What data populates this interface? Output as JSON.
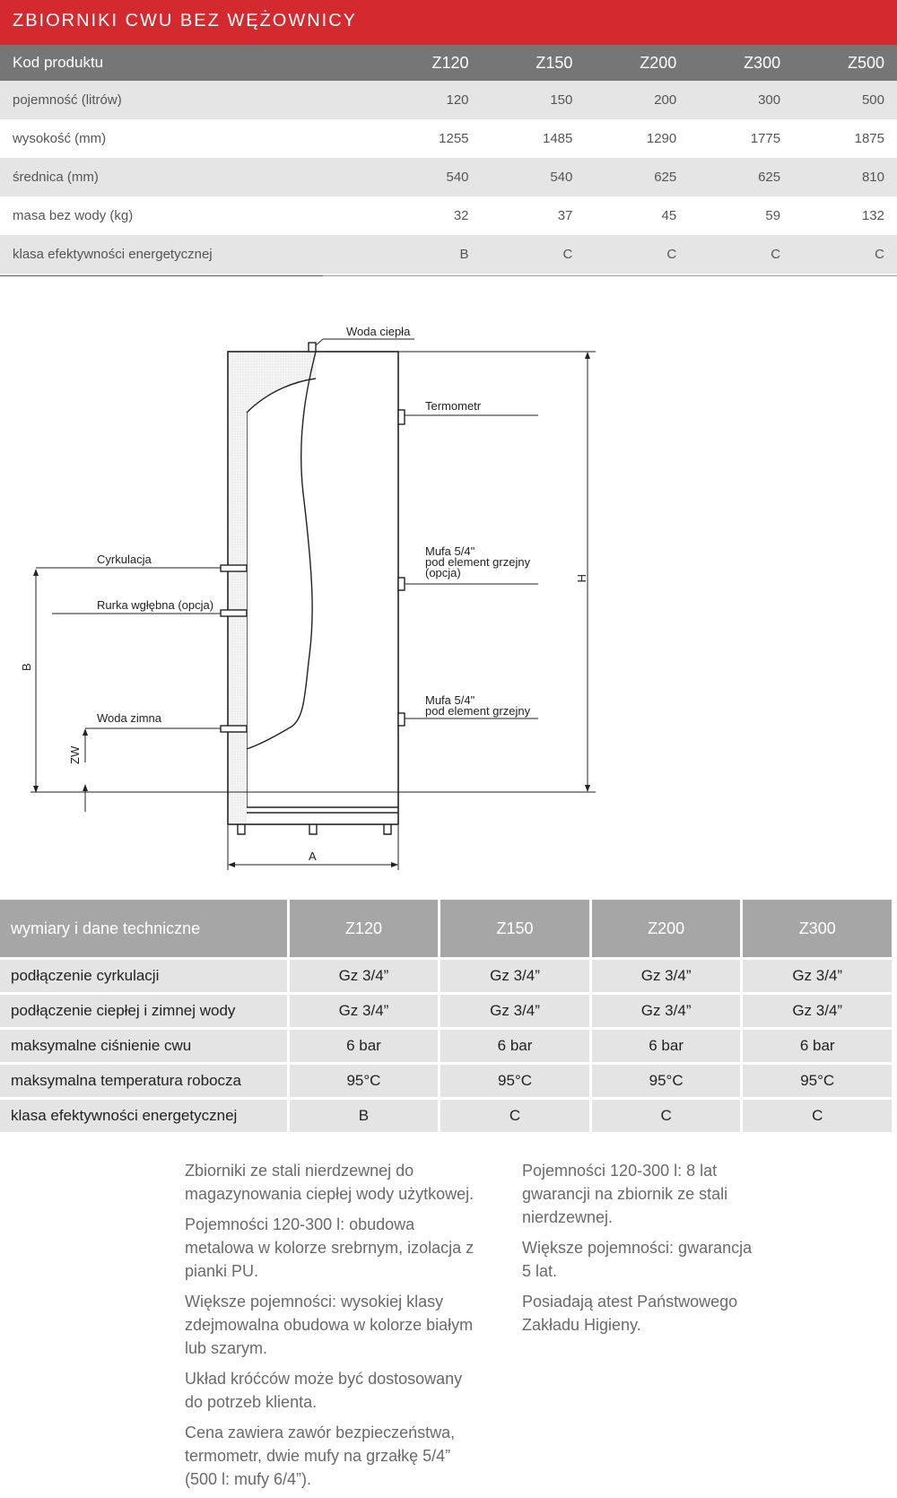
{
  "title": "ZBIORNIKI CWU BEZ WĘŻOWNICY",
  "table1": {
    "header": [
      "Kod produktu",
      "Z120",
      "Z150",
      "Z200",
      "Z300",
      "Z500"
    ],
    "rows": [
      [
        "pojemność (litrów)",
        "120",
        "150",
        "200",
        "300",
        "500"
      ],
      [
        "wysokość (mm)",
        "1255",
        "1485",
        "1290",
        "1775",
        "1875"
      ],
      [
        "średnica (mm)",
        "540",
        "540",
        "625",
        "625",
        "810"
      ],
      [
        "masa bez wody (kg)",
        "32",
        "37",
        "45",
        "59",
        "132"
      ],
      [
        "klasa efektywności energetycznej",
        "B",
        "C",
        "C",
        "C",
        "C"
      ]
    ]
  },
  "diagram": {
    "labels": {
      "woda_ciepla": "Woda ciepła",
      "termometr": "Termometr",
      "mufa1_line1": "Mufa 5/4\"",
      "mufa1_line2": "pod element grzejny",
      "mufa1_line3": "(opcja)",
      "cyrkulacja": "Cyrkulacja",
      "rurka": "Rurka wgłębna (opcja)",
      "mufa2_line1": "Mufa 5/4\"",
      "mufa2_line2": "pod element grzejny",
      "woda_zimna": "Woda zimna",
      "dim_b": "B",
      "dim_zw": "ZW",
      "dim_h": "H",
      "dim_a": "A"
    }
  },
  "table2": {
    "header": [
      "wymiary i dane techniczne",
      "Z120",
      "Z150",
      "Z200",
      "Z300"
    ],
    "rows": [
      [
        "podłączenie cyrkulacji",
        "Gz 3/4”",
        "Gz 3/4”",
        "Gz 3/4”",
        "Gz 3/4”"
      ],
      [
        "podłączenie ciepłej i zimnej wody",
        "Gz 3/4”",
        "Gz 3/4”",
        "Gz 3/4”",
        "Gz 3/4”"
      ],
      [
        "maksymalne ciśnienie cwu",
        "6 bar",
        "6 bar",
        "6 bar",
        "6 bar"
      ],
      [
        "maksymalna temperatura robocza",
        "95°C",
        "95°C",
        "95°C",
        "95°C"
      ],
      [
        "klasa efektywności energetycznej",
        "B",
        "C",
        "C",
        "C"
      ]
    ]
  },
  "notes": {
    "left": [
      "Zbiorniki ze stali nierdzewnej do magazynowania ciepłej wody użytkowej.",
      "Pojemności 120-300 l: obudowa metalowa w kolorze srebrnym, izolacja z pianki PU.",
      "Większe pojemności: wysokiej klasy zdejmowalna obudowa w kolorze białym lub szarym.",
      "Układ króćców może być dostosowany do potrzeb klienta.",
      "Cena zawiera zawór bezpieczeństwa, termometr, dwie mufy na grzałkę 5/4” (500 l: mufy 6/4”)."
    ],
    "right": [
      "Pojemności 120-300 l: 8 lat gwarancji na zbiornik ze stali nierdzewnej.",
      "Większe pojemności: gwarancja 5 lat.",
      "Posiadają atest Państwowego Zakładu Higieny."
    ]
  }
}
